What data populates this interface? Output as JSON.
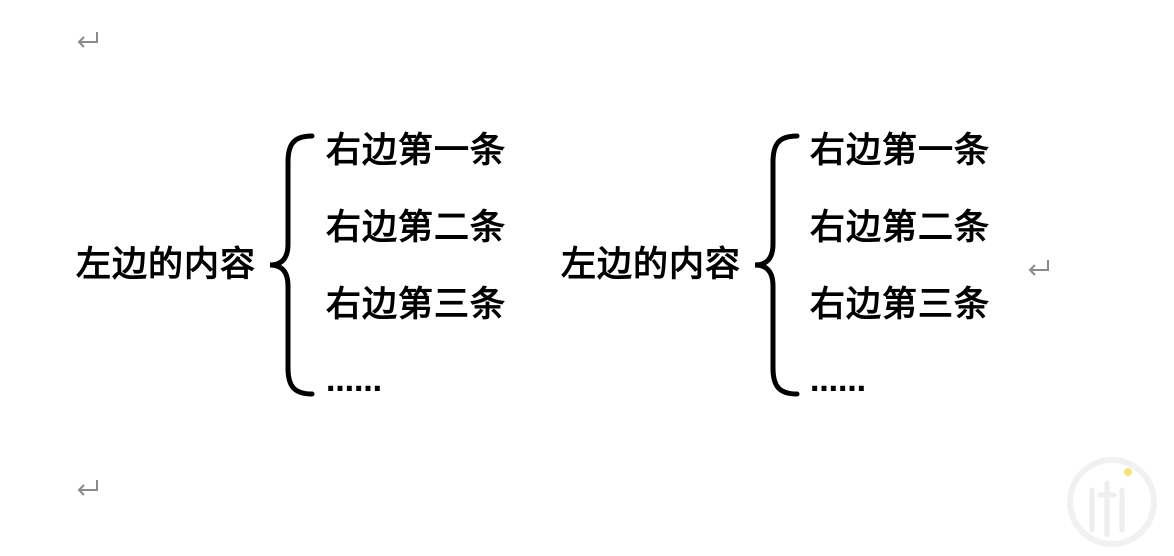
{
  "document": {
    "groups": [
      {
        "left_label": "左边的内容",
        "items": [
          "右边第一条",
          "右边第二条",
          "右边第三条",
          "……"
        ]
      },
      {
        "left_label": "左边的内容",
        "items": [
          "右边第一条",
          "右边第二条",
          "右边第三条",
          "……"
        ]
      }
    ],
    "paragraph_mark_icon": "return-arrow-icon",
    "paragraph_mark_color": "#8a8a8a",
    "watermark_icon": "logo-watermark-icon"
  }
}
